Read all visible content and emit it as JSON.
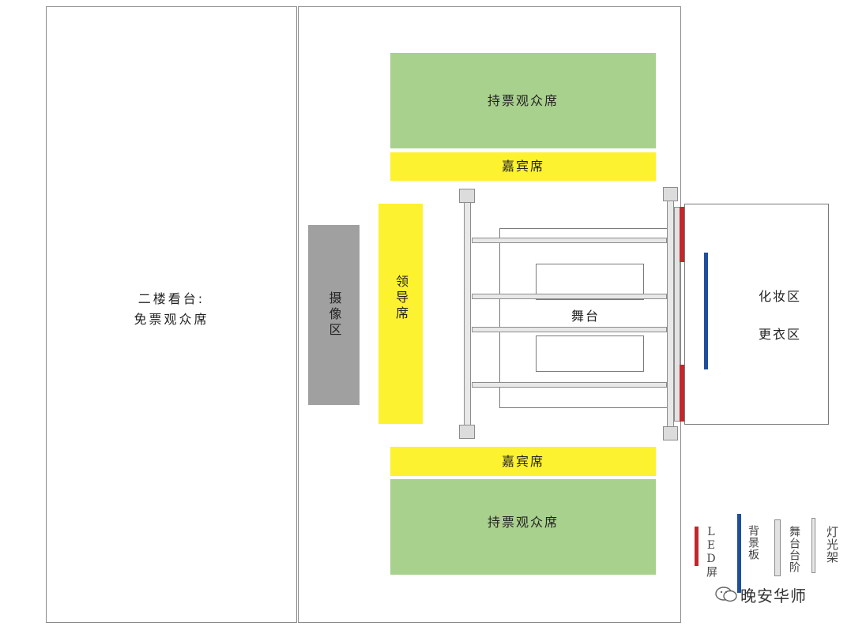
{
  "zones": {
    "balcony_line1": "二楼看台:",
    "balcony_line2": "免票观众席",
    "camera": "摄像区",
    "leader": "领导席",
    "ticket_top": "持票观众席",
    "guest_top": "嘉宾席",
    "guest_bottom": "嘉宾席",
    "ticket_bottom": "持票观众席",
    "stage": "舞台",
    "makeup": "化妆区",
    "changing": "更衣区"
  },
  "legend": {
    "led": "LED屏",
    "backdrop": "背景板",
    "steps": "舞台台阶",
    "truss": "灯光架"
  },
  "watermark": "晚安华师",
  "colors": {
    "seat_green": "#a9d18e",
    "guest_yellow": "#fdf22f",
    "camera_gray": "#a0a0a0",
    "led_red": "#c0282b",
    "backdrop_blue": "#1f4e9c"
  }
}
